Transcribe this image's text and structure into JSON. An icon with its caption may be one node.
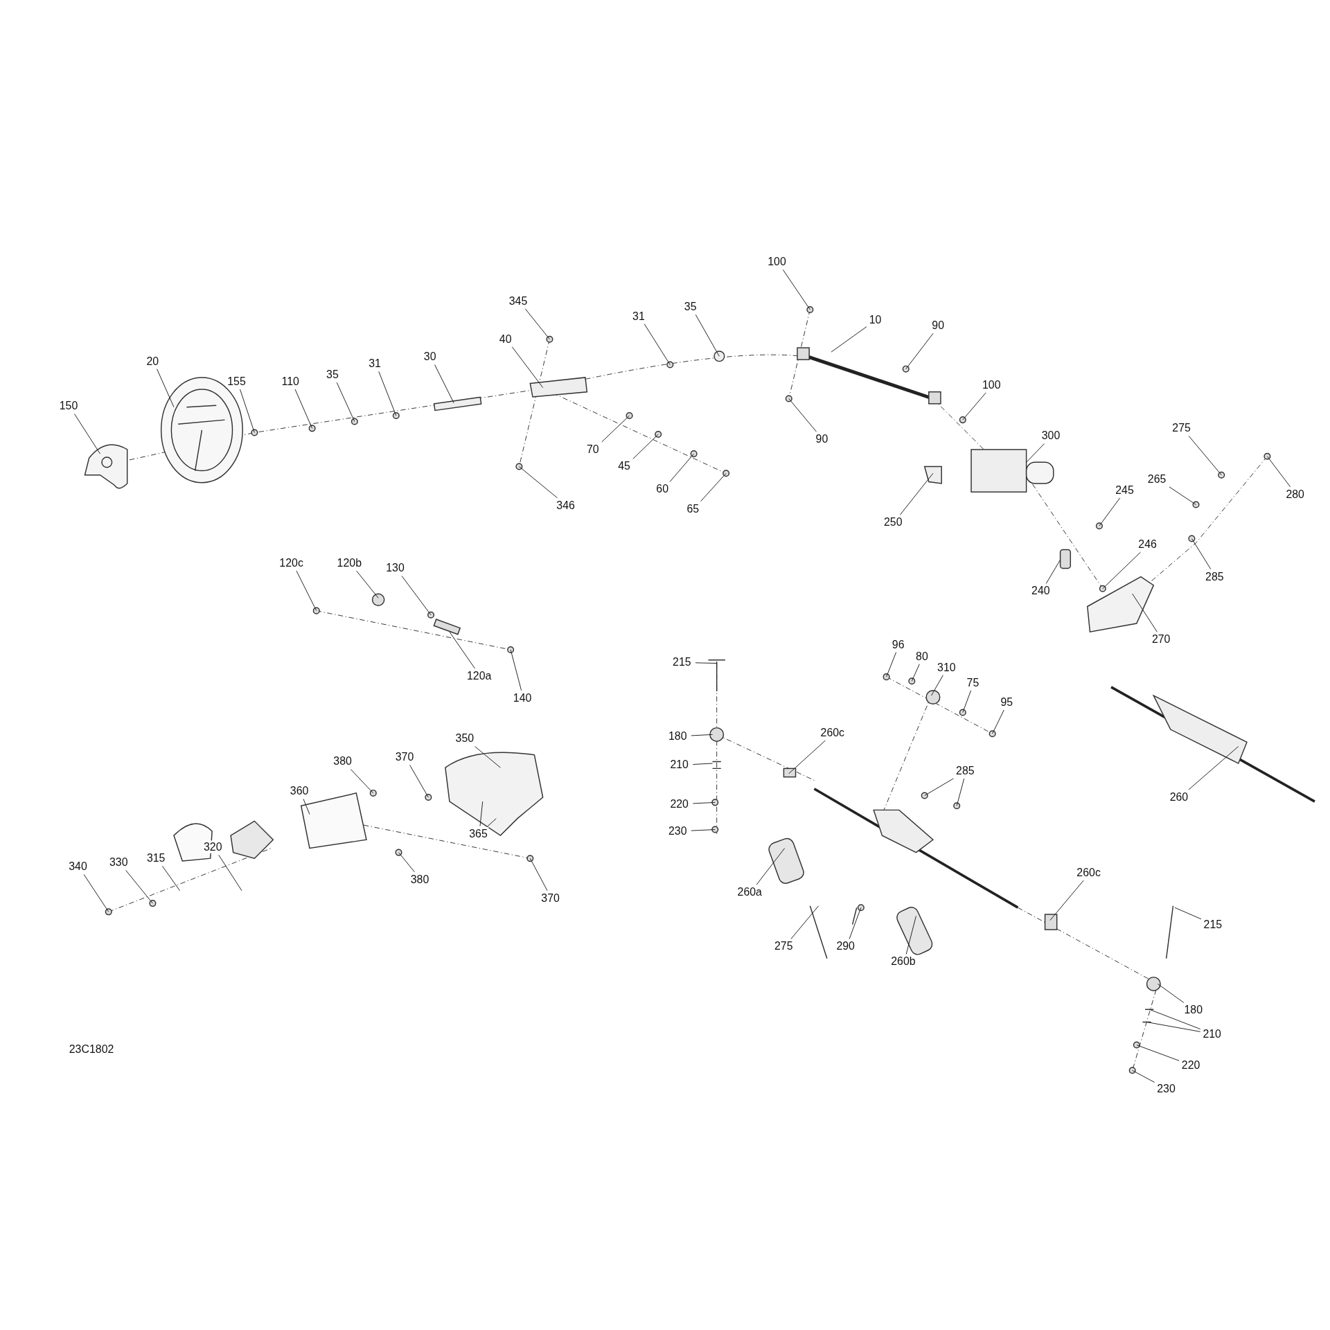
{
  "diagram": {
    "nodes": [
      {
        "text": [
          "150"
        ]
      },
      {
        "text": [
          "20"
        ]
      },
      {
        "text": [
          "155"
        ]
      },
      {
        "text": [
          "110"
        ]
      },
      {
        "text": [
          "35"
        ]
      },
      {
        "text": [
          "31"
        ]
      },
      {
        "text": [
          "30"
        ]
      },
      {
        "text": [
          "40"
        ]
      },
      {
        "text": [
          "345"
        ]
      },
      {
        "text": [
          "31"
        ]
      },
      {
        "text": [
          "35"
        ]
      },
      {
        "text": [
          "100"
        ]
      },
      {
        "text": [
          "10"
        ]
      },
      {
        "text": [
          "90"
        ]
      },
      {
        "text": [
          "100"
        ]
      },
      {
        "text": [
          "90"
        ]
      },
      {
        "text": [
          "70"
        ]
      },
      {
        "text": [
          "45"
        ]
      },
      {
        "text": [
          "60"
        ]
      },
      {
        "text": [
          "65"
        ]
      },
      {
        "text": [
          "346"
        ]
      },
      {
        "text": [
          "300"
        ]
      },
      {
        "text": [
          "250"
        ]
      },
      {
        "text": [
          "275"
        ]
      },
      {
        "text": [
          "265"
        ]
      },
      {
        "text": [
          "280"
        ]
      },
      {
        "text": [
          "245"
        ]
      },
      {
        "text": [
          "246"
        ]
      },
      {
        "text": [
          "240"
        ]
      },
      {
        "text": [
          "285"
        ]
      },
      {
        "text": [
          "270"
        ]
      },
      {
        "text": [
          "120c"
        ]
      },
      {
        "text": [
          "120b"
        ]
      },
      {
        "text": [
          "130"
        ]
      },
      {
        "text": [
          "120a"
        ]
      },
      {
        "text": [
          "140"
        ]
      },
      {
        "text": [
          "215"
        ]
      },
      {
        "text": [
          "96"
        ]
      },
      {
        "text": [
          "80"
        ]
      },
      {
        "text": [
          "310"
        ]
      },
      {
        "text": [
          "75"
        ]
      },
      {
        "text": [
          "95"
        ]
      },
      {
        "text": [
          "180"
        ]
      },
      {
        "text": [
          "260c"
        ]
      },
      {
        "text": [
          "210"
        ]
      },
      {
        "text": [
          "220"
        ]
      },
      {
        "text": [
          "230"
        ]
      },
      {
        "text": [
          "285"
        ]
      },
      {
        "text": [
          "260"
        ]
      },
      {
        "text": [
          "260a"
        ]
      },
      {
        "text": [
          "275"
        ]
      },
      {
        "text": [
          "290"
        ]
      },
      {
        "text": [
          "260b"
        ]
      },
      {
        "text": [
          "260c"
        ]
      },
      {
        "text": [
          "215"
        ]
      },
      {
        "text": [
          "180"
        ]
      },
      {
        "text": [
          "210"
        ]
      },
      {
        "text": [
          "220"
        ]
      },
      {
        "text": [
          "230"
        ]
      },
      {
        "text": [
          "340"
        ]
      },
      {
        "text": [
          "330"
        ]
      },
      {
        "text": [
          "315"
        ]
      },
      {
        "text": [
          "320"
        ]
      },
      {
        "text": [
          "360"
        ]
      },
      {
        "text": [
          "380"
        ]
      },
      {
        "text": [
          "370"
        ]
      },
      {
        "text": [
          "350"
        ]
      },
      {
        "text": [
          "365"
        ]
      },
      {
        "text": [
          "380"
        ]
      },
      {
        "text": [
          "370"
        ]
      }
    ],
    "edges": [
      {
        "from": 0,
        "to": null,
        "arrow": "none"
      },
      {
        "from": 1,
        "to": null,
        "arrow": "none"
      },
      {
        "from": 2,
        "to": null,
        "arrow": "none"
      },
      {
        "from": 3,
        "to": null,
        "arrow": "none"
      },
      {
        "from": 4,
        "to": null,
        "arrow": "none"
      },
      {
        "from": 5,
        "to": null,
        "arrow": "none"
      },
      {
        "from": 6,
        "to": null,
        "arrow": "none"
      },
      {
        "from": 7,
        "to": null,
        "arrow": "none"
      },
      {
        "from": 8,
        "to": null,
        "arrow": "none"
      },
      {
        "from": 9,
        "to": null,
        "arrow": "none"
      },
      {
        "from": 10,
        "to": null,
        "arrow": "none"
      },
      {
        "from": 11,
        "to": null,
        "arrow": "none"
      },
      {
        "from": 12,
        "to": null,
        "arrow": "none"
      },
      {
        "from": 13,
        "to": null,
        "arrow": "none"
      },
      {
        "from": 14,
        "to": null,
        "arrow": "none"
      },
      {
        "from": 15,
        "to": null,
        "arrow": "none"
      },
      {
        "from": 16,
        "to": null,
        "arrow": "none"
      },
      {
        "from": 17,
        "to": null,
        "arrow": "none"
      },
      {
        "from": 18,
        "to": null,
        "arrow": "none"
      },
      {
        "from": 19,
        "to": null,
        "arrow": "none"
      },
      {
        "from": 20,
        "to": null,
        "arrow": "none"
      },
      {
        "from": 21,
        "to": null,
        "arrow": "none"
      },
      {
        "from": 22,
        "to": null,
        "arrow": "none"
      },
      {
        "from": 23,
        "to": null,
        "arrow": "none"
      },
      {
        "from": 24,
        "to": null,
        "arrow": "none"
      },
      {
        "from": 25,
        "to": null,
        "arrow": "none"
      },
      {
        "from": 26,
        "to": null,
        "arrow": "none"
      },
      {
        "from": 27,
        "to": null,
        "arrow": "none"
      },
      {
        "from": 28,
        "to": null,
        "arrow": "none"
      },
      {
        "from": 29,
        "to": null,
        "arrow": "none"
      },
      {
        "from": 30,
        "to": null,
        "arrow": "none"
      },
      {
        "from": 31,
        "to": null,
        "arrow": "none"
      },
      {
        "from": 32,
        "to": null,
        "arrow": "none"
      },
      {
        "from": 33,
        "to": null,
        "arrow": "none"
      },
      {
        "from": 34,
        "to": null,
        "arrow": "none"
      },
      {
        "from": 35,
        "to": null,
        "arrow": "none"
      },
      {
        "from": 36,
        "to": null,
        "arrow": "none"
      },
      {
        "from": 37,
        "to": null,
        "arrow": "none"
      },
      {
        "from": 38,
        "to": null,
        "arrow": "none"
      },
      {
        "from": 39,
        "to": null,
        "arrow": "none"
      },
      {
        "from": 40,
        "to": null,
        "arrow": "none"
      },
      {
        "from": 41,
        "to": null,
        "arrow": "none"
      },
      {
        "from": 42,
        "to": null,
        "arrow": "none"
      },
      {
        "from": 43,
        "to": null,
        "arrow": "none"
      },
      {
        "from": 44,
        "to": null,
        "arrow": "none"
      },
      {
        "from": 45,
        "to": null,
        "arrow": "none"
      },
      {
        "from": 46,
        "to": null,
        "arrow": "none"
      },
      {
        "from": 47,
        "to": null,
        "arrow": "none"
      },
      {
        "from": 48,
        "to": null,
        "arrow": "none"
      },
      {
        "from": 49,
        "to": null,
        "arrow": "none"
      },
      {
        "from": 50,
        "to": null,
        "arrow": "none"
      },
      {
        "from": 51,
        "to": null,
        "arrow": "none"
      },
      {
        "from": 52,
        "to": null,
        "arrow": "none"
      },
      {
        "from": 53,
        "to": null,
        "arrow": "none"
      },
      {
        "from": 54,
        "to": null,
        "arrow": "none"
      },
      {
        "from": 55,
        "to": null,
        "arrow": "none"
      },
      {
        "from": 56,
        "to": null,
        "arrow": "none"
      },
      {
        "from": 57,
        "to": null,
        "arrow": "none"
      },
      {
        "from": 58,
        "to": null,
        "arrow": "none"
      },
      {
        "from": 59,
        "to": null,
        "arrow": "none"
      },
      {
        "from": 60,
        "to": null,
        "arrow": "none"
      },
      {
        "from": 61,
        "to": null,
        "arrow": "none"
      },
      {
        "from": 62,
        "to": null,
        "arrow": "none"
      },
      {
        "from": 63,
        "to": null,
        "arrow": "none"
      },
      {
        "from": 64,
        "to": null,
        "arrow": "none"
      },
      {
        "from": 65,
        "to": null,
        "arrow": "none"
      },
      {
        "from": 66,
        "to": null,
        "arrow": "none"
      },
      {
        "from": 67,
        "to": null,
        "arrow": "none"
      },
      {
        "from": 68,
        "to": null,
        "arrow": "none"
      },
      {
        "from": 69,
        "to": null,
        "arrow": "none"
      },
      {
        "from": 47,
        "to": null,
        "arrow": "none"
      },
      {
        "from": 56,
        "to": null,
        "arrow": "none"
      },
      {
        "from": 67,
        "to": null,
        "arrow": "none"
      }
    ],
    "labels": [
      "23C1802"
    ]
  }
}
